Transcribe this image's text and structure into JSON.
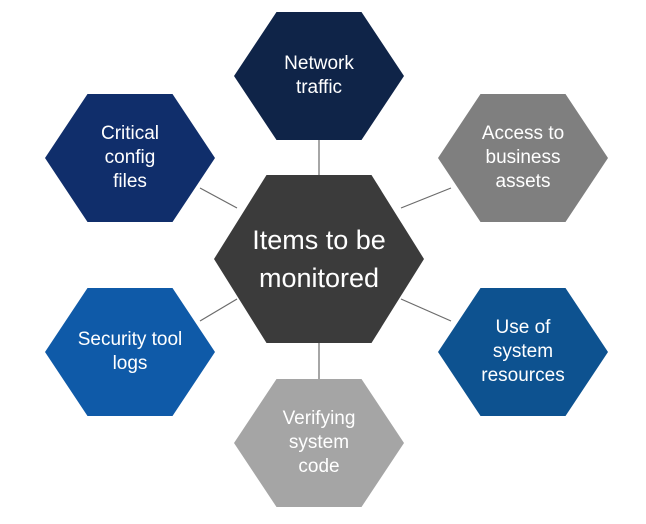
{
  "diagram": {
    "center": {
      "label": "Items to be\nmonitored",
      "color": "#3b3b3b"
    },
    "nodes": [
      {
        "id": "network-traffic",
        "label": "Network\ntraffic",
        "color": "#0f2448"
      },
      {
        "id": "access-to-business-assets",
        "label": "Access to\nbusiness\nassets",
        "color": "#7f7f7f"
      },
      {
        "id": "use-of-system-resources",
        "label": "Use of\nsystem\nresources",
        "color": "#0d5290"
      },
      {
        "id": "verifying-system-code",
        "label": "Verifying\nsystem\ncode",
        "color": "#a5a5a5"
      },
      {
        "id": "security-tool-logs",
        "label": "Security tool\nlogs",
        "color": "#0f5aa8"
      },
      {
        "id": "critical-config-files",
        "label": "Critical\nconfig\nfiles",
        "color": "#102e6b"
      }
    ],
    "connector_color": "#6b6b6b",
    "text_color": "#ffffff"
  }
}
